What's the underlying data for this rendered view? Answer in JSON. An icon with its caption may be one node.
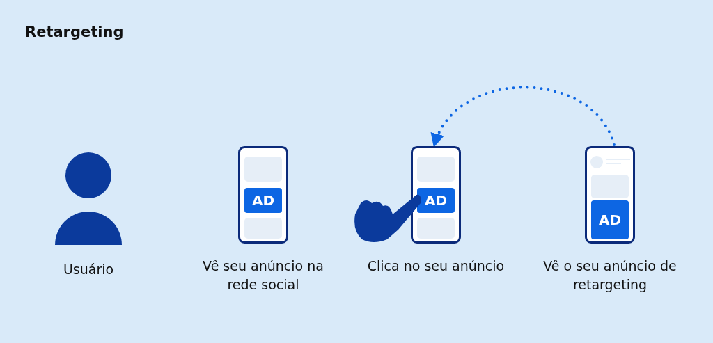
{
  "diagram": {
    "title": "Retargeting",
    "nodes": [
      {
        "text": [],
        "shape": "person",
        "beside": [
          "Usuário"
        ]
      },
      {
        "text": [
          "AD"
        ],
        "beside": [
          "Vê seu anúncio na rede social"
        ]
      },
      {
        "text": [
          "AD"
        ],
        "beside": [
          "Clica no seu anúncio"
        ]
      },
      {
        "text": [
          "AD"
        ],
        "beside": [
          "Vê o seu anúncio de retargeting"
        ]
      }
    ],
    "edges": [
      {
        "from": 3,
        "to": 2,
        "arrow": "to",
        "style": "dashed"
      }
    ]
  }
}
